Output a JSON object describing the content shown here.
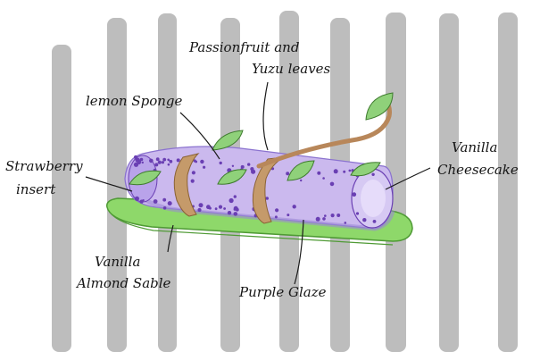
{
  "labels": {
    "passionfruit_line1": "Passionfruit and",
    "passionfruit_line2": "Yuzu leaves",
    "lemon_sponge": "lemon Sponge",
    "strawberry_line1": "Strawberry",
    "strawberry_line2": "insert",
    "vanilla_cheesecake_line1": "Vanilla",
    "vanilla_cheesecake_line2": "Cheesecake",
    "vanilla_sable_line1": "Vanilla",
    "vanilla_sable_line2": "Almond Sable",
    "purple_glaze": "Purple Glaze"
  },
  "colors": {
    "background_stripes": "#bdbdbd",
    "glaze": "#cbb9ee",
    "glaze_shadow": "#9b86d6",
    "dots": "#6a3fb3",
    "sable_base": "#8ed86a",
    "sable_edge": "#4f9a35",
    "sponge_band": "#c59a6a",
    "leaf": "#8fd17a",
    "leaf_vein": "#3f7b2f",
    "ink": "#1a1a1a"
  }
}
